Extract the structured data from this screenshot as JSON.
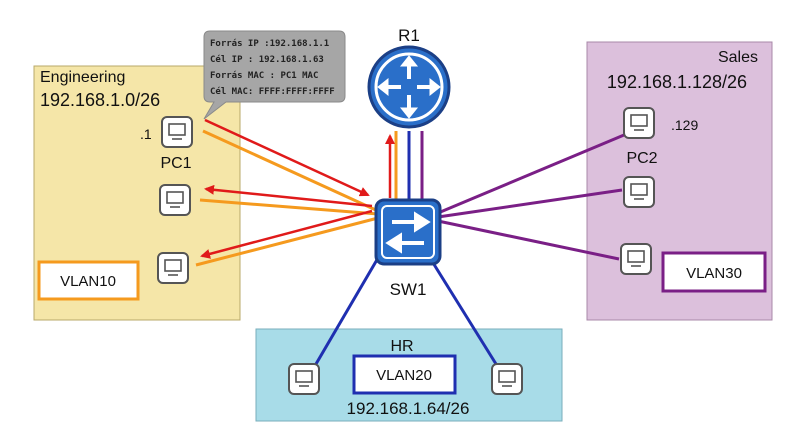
{
  "router": {
    "label": "R1",
    "icon": "router-icon"
  },
  "switch": {
    "label": "SW1",
    "icon": "switch-icon"
  },
  "engineering": {
    "name": "Engineering",
    "subnet": "192.168.1.0/26",
    "vlan": "VLAN10",
    "pc1_ip": ".1",
    "pc1_label": "PC1",
    "color": "#f5e6a8"
  },
  "sales": {
    "name": "Sales",
    "subnet": "192.168.1.128/26",
    "vlan": "VLAN30",
    "pc2_ip": ".129",
    "pc2_label": "PC2",
    "color": "#dcc0dc"
  },
  "hr": {
    "name": "HR",
    "subnet": "192.168.1.64/26",
    "vlan": "VLAN20",
    "color": "#a8dce8"
  },
  "frame_info": {
    "src_ip": "Forrás IP :192.168.1.1",
    "dst_ip": "Cél IP : 192.168.1.63",
    "src_mac": "Forrás MAC : PC1 MAC",
    "dst_mac": "Cél MAC: FFFF:FFFF:FFFF"
  },
  "colors": {
    "vlan10": "#f59a1e",
    "vlan20": "#1f2fb0",
    "vlan30": "#7a1f86",
    "broadcast": "#e01a1a",
    "device_blue": "#2a6fc9"
  }
}
